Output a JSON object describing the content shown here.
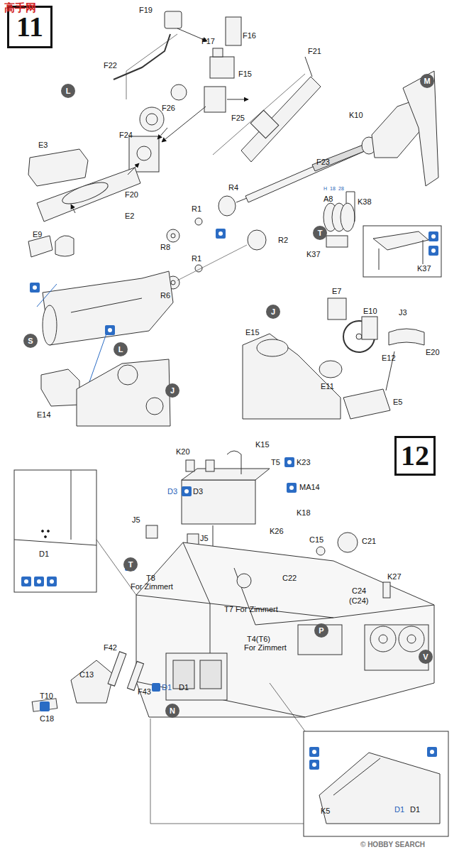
{
  "diagram": {
    "nodes": [
      {
        "text": [
          "11"
        ]
      },
      {
        "text": [
          "L"
        ]
      },
      {
        "text": [
          "M"
        ]
      },
      {
        "text": [
          "T"
        ]
      },
      {
        "text": [
          "S"
        ]
      },
      {
        "text": [
          "L"
        ]
      },
      {
        "text": [
          "J"
        ]
      },
      {
        "text": [
          "J"
        ]
      },
      {
        "text": [
          "12"
        ]
      },
      {
        "text": [
          "T"
        ]
      },
      {
        "text": [
          "N"
        ]
      },
      {
        "text": [
          "P"
        ]
      },
      {
        "text": [
          "V"
        ]
      }
    ],
    "labels": [
      "高手网",
      "F19",
      "F16",
      "F22",
      "F17",
      "F15",
      "F21",
      "F26",
      "F24",
      "F25",
      "F20",
      "E3",
      "E2",
      "E9",
      "F23",
      "K10",
      "R4",
      "R1",
      "R8",
      "R2",
      "R1",
      "R6",
      "H",
      "18",
      "28",
      "A8",
      "K38",
      "K37",
      "K37",
      "E14",
      "E7",
      "E10",
      "J3",
      "E15",
      "E12",
      "E20",
      "E11",
      "E5",
      "K15",
      "K20",
      "T5",
      "K23",
      "MA14",
      "D3",
      "D3",
      "K18",
      "J5",
      "J5",
      "K26",
      "C15",
      "C21",
      "C22",
      "K27",
      "C24",
      "(C24)",
      "D1",
      "T8",
      "For Zimmert",
      "T7 For Zimmert",
      "T4(T6)",
      "For Zimmert",
      "F42",
      "F43",
      "D1",
      "D1",
      "C13",
      "T10",
      "C18",
      "K5",
      "D1",
      "D1",
      "© HOBBY SEARCH"
    ]
  }
}
